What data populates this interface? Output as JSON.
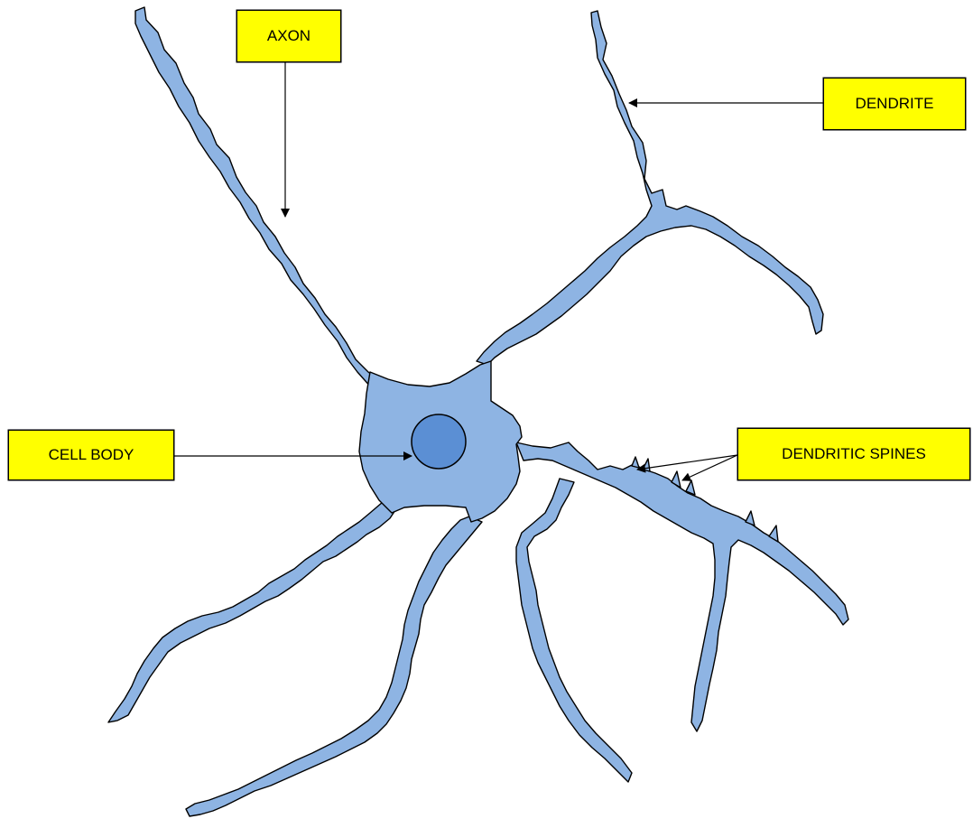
{
  "labels": {
    "axon": "AXON",
    "dendrite": "DENDRITE",
    "cell_body": "CELL BODY",
    "dendritic_spines": "DENDRITIC SPINES"
  },
  "colors": {
    "neuron_fill": "#8eb4e3",
    "nucleus_fill": "#5b8fd4",
    "outline": "#000000",
    "label_fill": "#ffff00"
  }
}
